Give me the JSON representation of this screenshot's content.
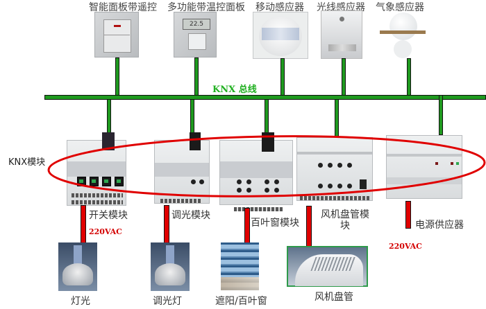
{
  "diagram": {
    "title": "KNX 总线",
    "module_group_label": "KNX模块",
    "colors": {
      "bus": "#1f9a1f",
      "power_wire": "#e00000",
      "highlight_ellipse": "#e00000",
      "bus_label": "#22b022",
      "voltage_label": "#d40000"
    },
    "sensors": [
      {
        "label": "智能面板带遥控",
        "icon": "smart-panel-remote"
      },
      {
        "label": "多功能带温控面板",
        "icon": "thermostat-panel",
        "display": "22.5"
      },
      {
        "label": "移动感应器",
        "icon": "motion-sensor"
      },
      {
        "label": "光线感应器",
        "icon": "light-sensor"
      },
      {
        "label": "气象感应器",
        "icon": "weather-sensor"
      }
    ],
    "modules": [
      {
        "label": "开关模块",
        "voltage": "220VAC"
      },
      {
        "label": "调光模块"
      },
      {
        "label": "百叶窗模块"
      },
      {
        "label": "风机盘管模块"
      },
      {
        "label": "电源供应器",
        "voltage": "220VAC"
      }
    ],
    "loads": [
      {
        "label": "灯光",
        "icon": "pendant-lamp"
      },
      {
        "label": "调光灯",
        "icon": "dimmable-lamp"
      },
      {
        "label": "遮阳/百叶窗",
        "icon": "window-blind"
      },
      {
        "label": "风机盘管",
        "icon": "fan-coil-unit"
      }
    ]
  }
}
